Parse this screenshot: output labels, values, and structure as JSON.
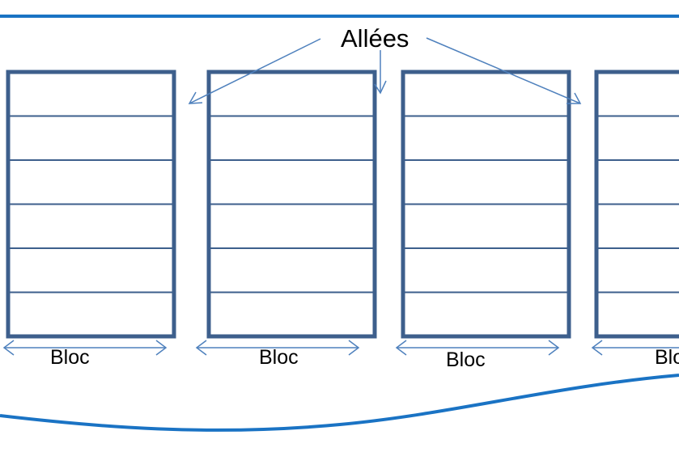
{
  "title": "Allées",
  "block_label": "Bloc",
  "blocks": [
    {
      "label": "Bloc"
    },
    {
      "label": "Bloc"
    },
    {
      "label": "Bloc"
    },
    {
      "label": "Bloc"
    }
  ],
  "rows_per_block": 6,
  "colors": {
    "accent_line": "#1a73c4",
    "block_outline": "#3d5f8c",
    "arrow": "#4f81bd"
  }
}
